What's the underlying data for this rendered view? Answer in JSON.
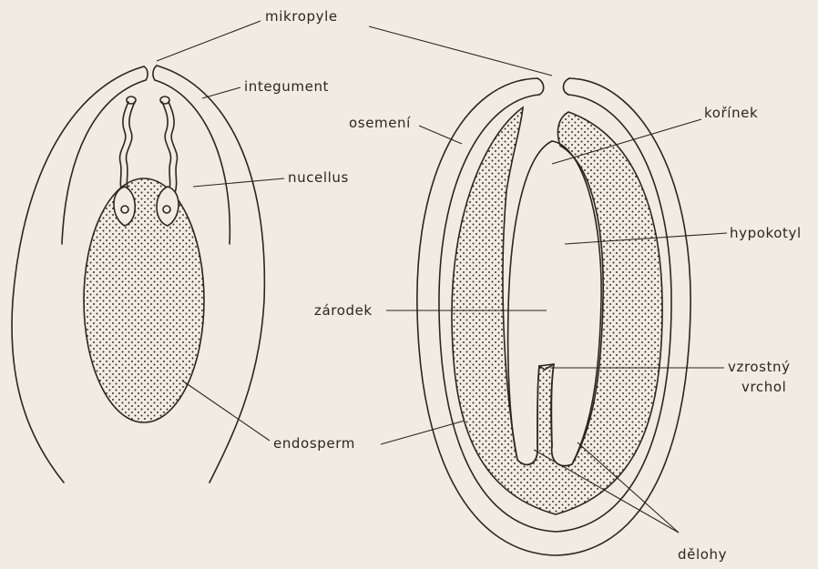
{
  "labels": {
    "mikropyle": "mikropyle",
    "integument": "integument",
    "nucellus": "nucellus",
    "endosperm": "endosperm",
    "osemeni": "osemení",
    "korinek": "kořínek",
    "hypokotyl": "hypokotyl",
    "zarodek": "zárodek",
    "vzrostny": "vzrostný",
    "vrchol": "vrchol",
    "delohy": "dělohy"
  },
  "colors": {
    "background": "#f1ebe1",
    "ink": "#2a2622"
  }
}
